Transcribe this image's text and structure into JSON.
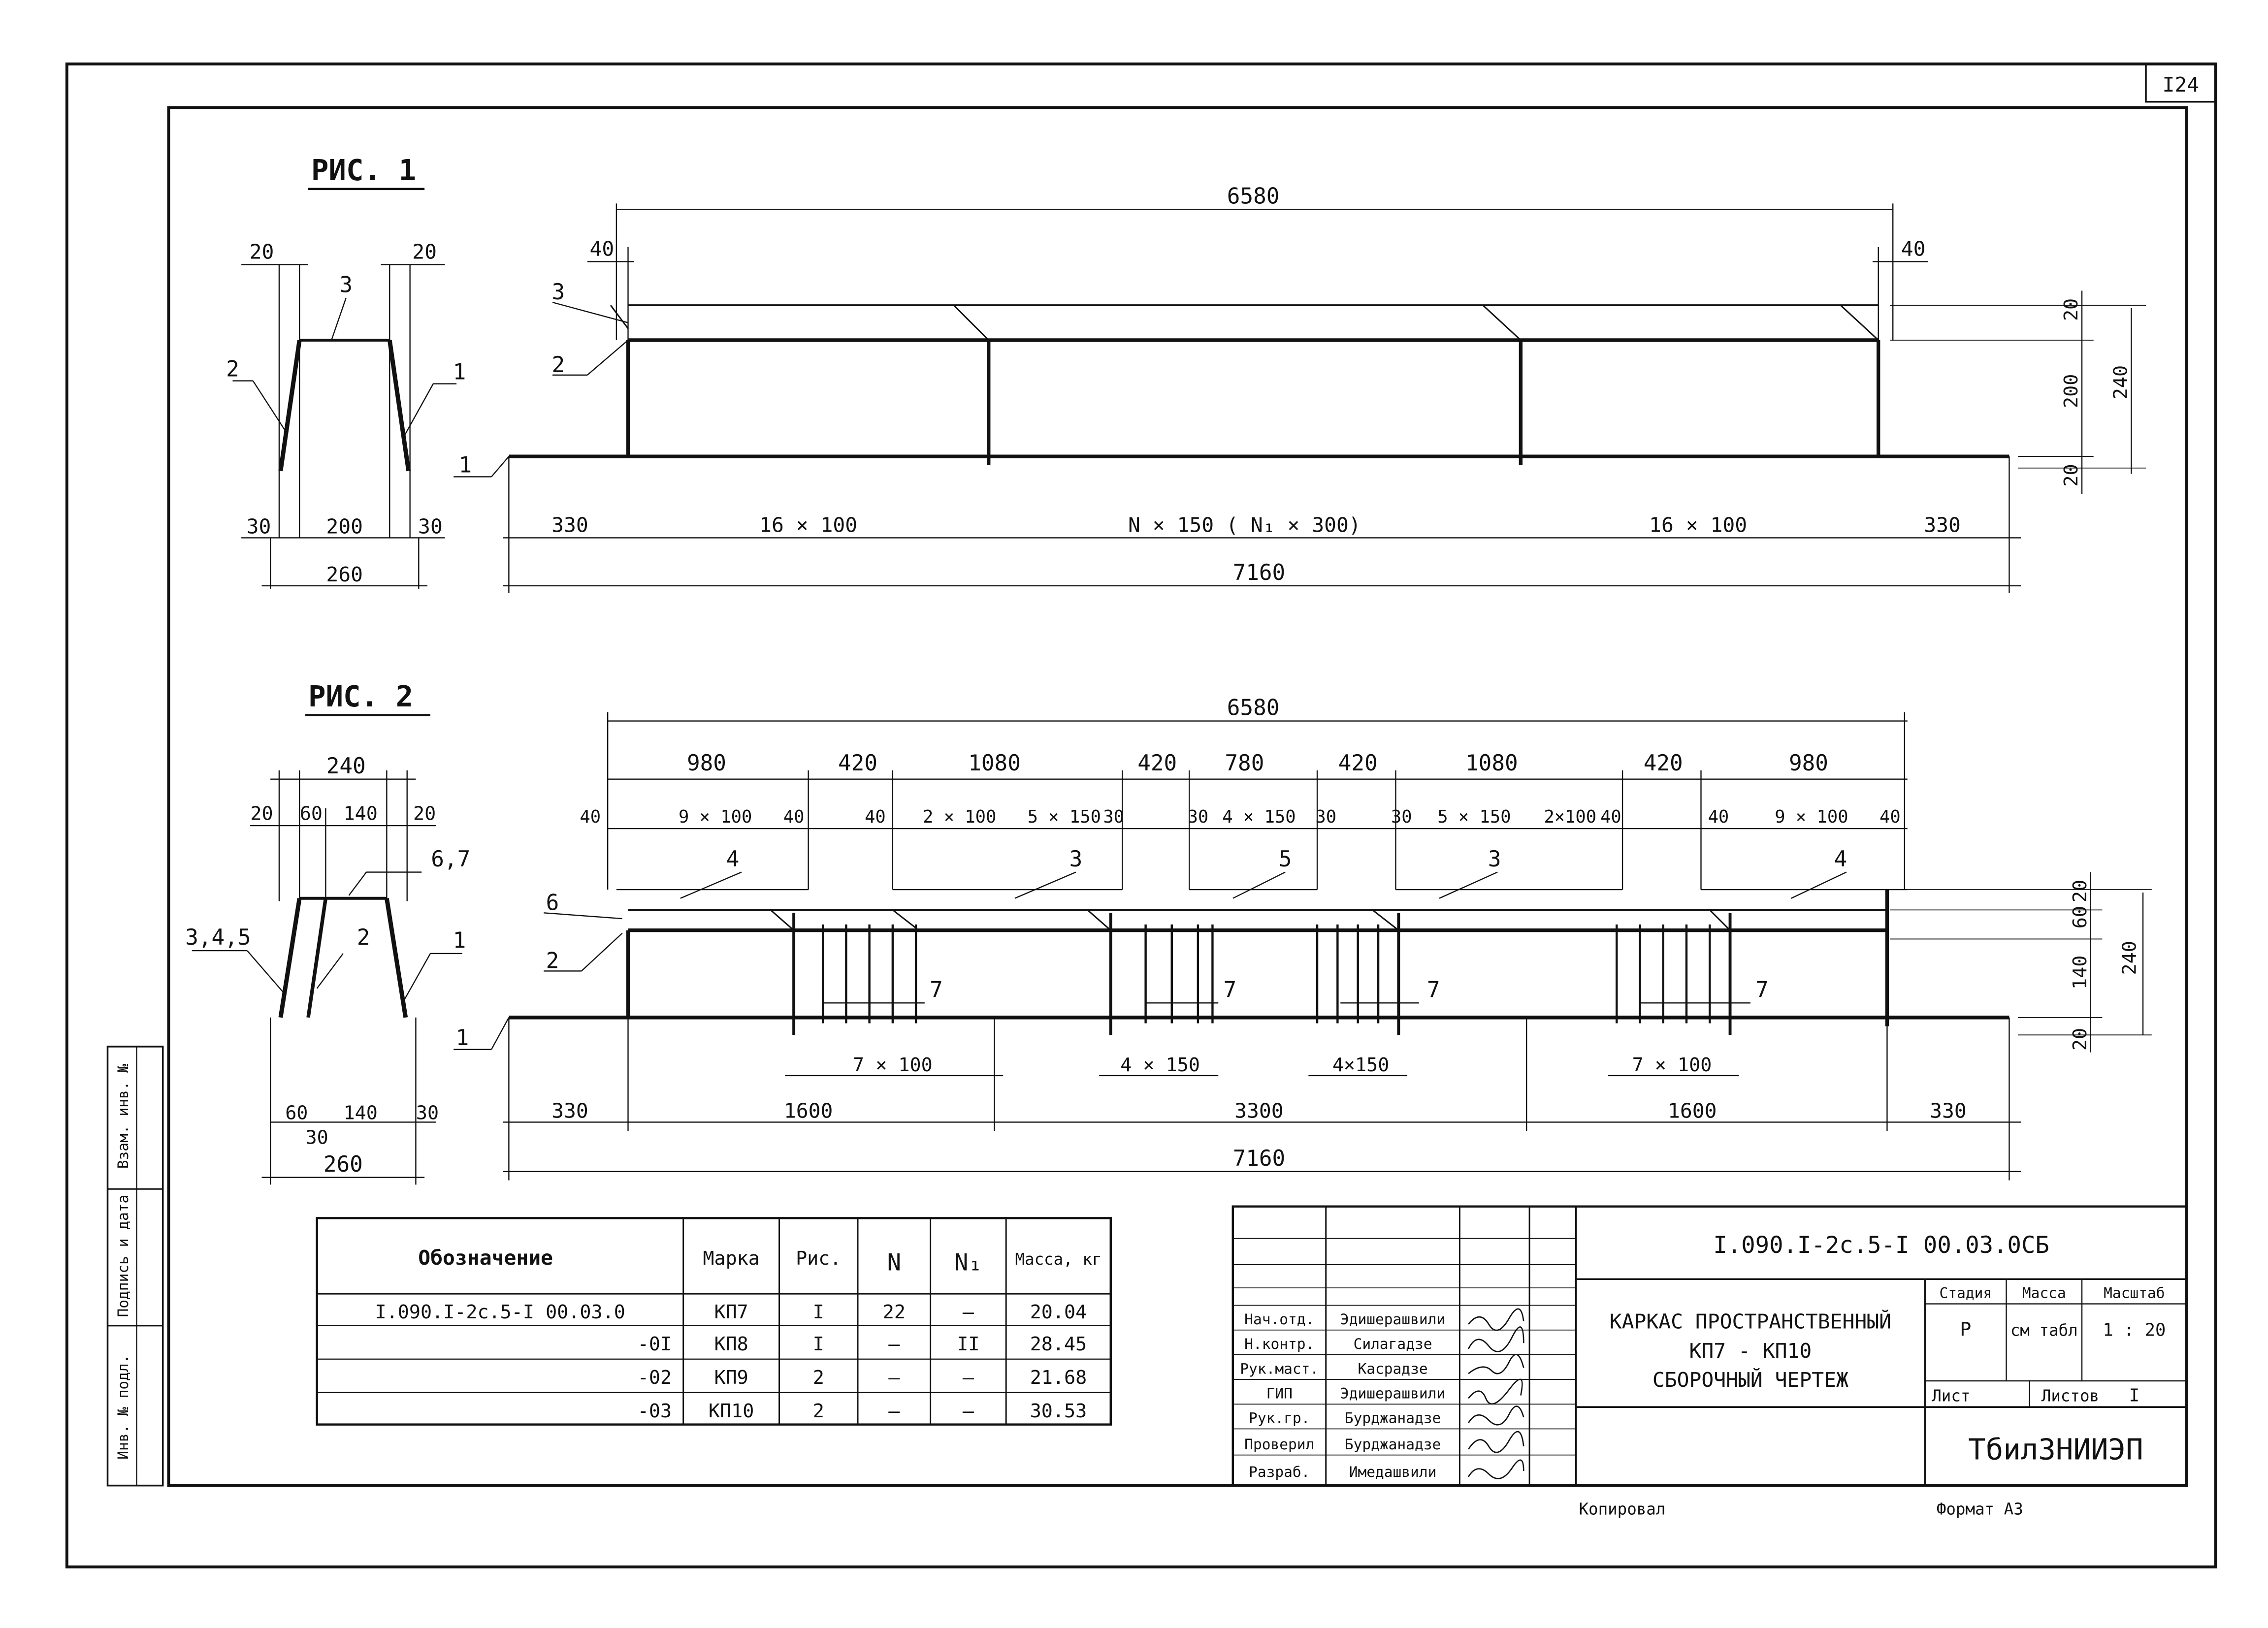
{
  "sheet_number": "I24",
  "fig1": {
    "title": "РИС. 1",
    "section": {
      "d20l": "20",
      "d20r": "20",
      "n3": "3",
      "n2": "2",
      "n1": "1",
      "d30l": "30",
      "d200": "200",
      "d30r": "30",
      "d260": "260"
    },
    "elev": {
      "d6580": "6580",
      "d40l": "40",
      "d40r": "40",
      "n3": "3",
      "n2": "2",
      "n1": "1",
      "d330l": "330",
      "d16x100l": "16 × 100",
      "dmid": "N × 150  ( N₁ × 300)",
      "d16x100r": "16 × 100",
      "d330r": "330",
      "d7160": "7160",
      "d20t": "20",
      "d200v": "200",
      "d240": "240",
      "d20b": "20"
    }
  },
  "fig2": {
    "title": "РИС. 2",
    "section": {
      "d240": "240",
      "d20l": "20",
      "d60": "60",
      "d140": "140",
      "d20r": "20",
      "n67": "6,7",
      "n345": "3,4,5",
      "n2": "2",
      "n1": "1",
      "b60": "60",
      "b30": "30",
      "b140": "140",
      "b30r": "30",
      "d260": "260"
    },
    "elev": {
      "d6580": "6580",
      "top_dims": [
        "980",
        "420",
        "1080",
        "420",
        "780",
        "420",
        "1080",
        "420",
        "980"
      ],
      "sub_dims": [
        "40",
        "9 × 100",
        "40",
        "40",
        "2 × 100",
        "5 × 150",
        "30",
        "30",
        "4 × 150",
        "30",
        "30",
        "5 × 150",
        "2×100",
        "40",
        "40",
        "9 × 100",
        "40"
      ],
      "callouts": [
        "4",
        "3",
        "5",
        "3",
        "4"
      ],
      "n6": "6",
      "n2": "2",
      "n1": "1",
      "n7": [
        "7",
        "7",
        "7",
        "7"
      ],
      "inner_dims": [
        "7 × 100",
        "4 × 150",
        "4×150",
        "7 × 100"
      ],
      "bottom_dims": [
        "330",
        "1600",
        "3300",
        "1600",
        "330"
      ],
      "d7160": "7160",
      "v_dims": [
        "20",
        "60",
        "140",
        "20"
      ],
      "d240": "240"
    }
  },
  "spec_table": {
    "headers": [
      "Обозначение",
      "Марка",
      "Рис.",
      "N",
      "N₁",
      "Масса, кг"
    ],
    "rows": [
      [
        "I.090.I-2с.5-I  00.03.0",
        "КП7",
        "I",
        "22",
        "–",
        "20.04"
      ],
      [
        "-0I",
        "КП8",
        "I",
        "–",
        "II",
        "28.45"
      ],
      [
        "-02",
        "КП9",
        "2",
        "–",
        "–",
        "21.68"
      ],
      [
        "-03",
        "КП10",
        "2",
        "–",
        "–",
        "30.53"
      ]
    ]
  },
  "side_stamp": [
    "Инв. № подл.",
    "Подпись и дата",
    "Взам. инв. №"
  ],
  "title_block": {
    "code": "I.090.I-2с.5-I   00.03.0СБ",
    "title_lines": [
      "КАРКАС ПРОСТРАНСТВЕННЫЙ",
      "КП7 - КП10",
      "СБОРОЧНЫЙ ЧЕРТЕЖ"
    ],
    "roles": [
      "Нач.отд.",
      "Н.контр.",
      "Рук.маст.",
      "ГИП",
      "Рук.гр.",
      "Проверил",
      "Разраб."
    ],
    "names": [
      "Эдишерашвили",
      "Силагадзе",
      "Касрадзе",
      "Эдишерашвили",
      "Бурджанадзе",
      "Бурджанадзе",
      "Имедашвили"
    ],
    "stage_label": "Стадия",
    "mass_label": "Масса",
    "scale_label": "Масштаб",
    "stage": "Р",
    "mass": "см табл",
    "scale": "1 : 20",
    "sheet_label": "Лист",
    "sheets_label": "Листов",
    "sheets": "I",
    "org": "ТбилЗНИИЭП"
  },
  "footer": {
    "copied": "Копировал",
    "format": "Формат А3"
  }
}
